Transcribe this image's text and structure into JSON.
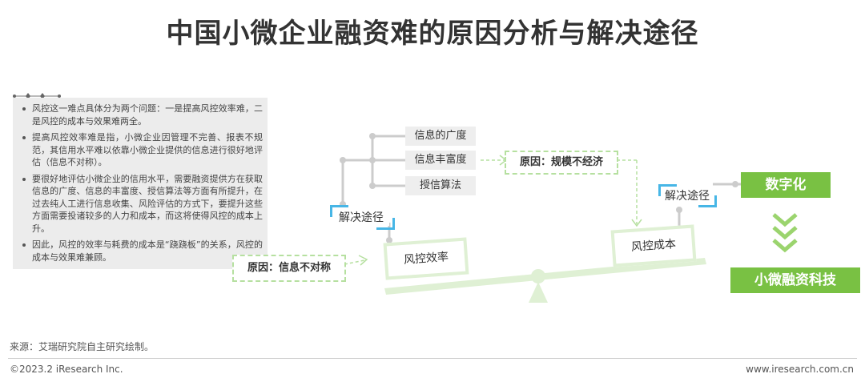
{
  "title": "中国小微企业融资难的原因分析与解决途径",
  "left_panel": {
    "bullets": [
      "风控这一难点具体分为两个问题：一是提高风控效率难，二是风控的成本与效果难两全。",
      "提高风控效率难是指，小微企业因管理不完善、报表不规范，其信用水平难以依靠小微企业提供的信息进行很好地评估（信息不对称）。",
      "要很好地评估小微企业的信用水平，需要融资提供方在获取信息的广度、信息的丰富度、授信算法等方面有所提升，在过去纯人工进行信息收集、风险评估的方式下，要提升这些方面需要投诸较多的人力和成本，而这将使得风控的成本上升。",
      "因此，风控的效率与耗费的成本是“跷跷板”的关系，风控的成本与效果难兼顾。"
    ]
  },
  "diagram": {
    "factors": [
      "信息的广度",
      "信息丰富度",
      "授信算法"
    ],
    "cause_right": "原因：规模不经济",
    "cause_left": "原因：信息不对称",
    "solution_left": "解决途径",
    "solution_right": "解决途径",
    "lever_left": "风控效率",
    "lever_right": "风控成本",
    "digital": "数字化",
    "fintech": "小微融资科技"
  },
  "colors": {
    "accent_green": "#79c143",
    "light_green": "#dff0d4",
    "dashed_green": "#b6e0a0",
    "accent_blue": "#47b6e6"
  },
  "source": "来源：艾瑞研究院自主研究绘制。",
  "footer": {
    "copyright": "©2023.2 iResearch Inc.",
    "website": "www.iresearch.com.cn"
  }
}
